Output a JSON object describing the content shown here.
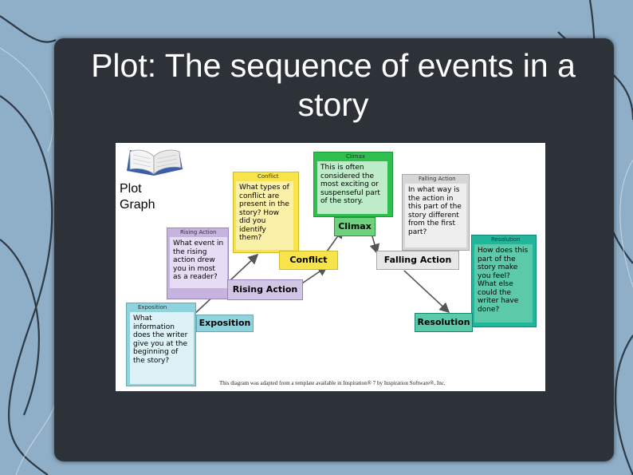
{
  "slide": {
    "title": "Plot: The sequence of events in a story",
    "plot_graph_label": "Plot Graph"
  },
  "diagram": {
    "stages": {
      "exposition": "Exposition",
      "rising_action": "Rising Action",
      "conflict": "Conflict",
      "climax": "Climax",
      "falling_action": "Falling Action",
      "resolution": "Resolution"
    },
    "notes": {
      "exposition": {
        "tab": "Exposition",
        "text": "What information does the writer give you at the beginning of the story?"
      },
      "rising_action": {
        "tab": "Rising Action",
        "text": "What event in the rising action drew you in most as a reader?"
      },
      "conflict": {
        "tab": "Conflict",
        "text": "What types of conflict are present in the story? How did you identify them?"
      },
      "climax": {
        "tab": "Climax",
        "text": "This is often considered the most exciting or suspenseful part of the story."
      },
      "falling_action": {
        "tab": "Falling Action",
        "text": "In what way is the action in this part of the story different from the first part?"
      },
      "resolution": {
        "tab": "Resolution",
        "text": "How does this part of the story make you feel? What else could the writer have done?"
      }
    },
    "credit": "This diagram was adapted from a template available in Inspiration® 7 by Inspiration Software®, Inc.",
    "colors": {
      "exposition": "#8fd3de",
      "rising_action": "#c6b3e0",
      "conflict": "#f7e34a",
      "climax": "#6fd07d",
      "falling_action": "#d6d6d6",
      "resolution": "#5ccaa8",
      "panel": "#2c3237",
      "background": "#8faec7"
    }
  }
}
